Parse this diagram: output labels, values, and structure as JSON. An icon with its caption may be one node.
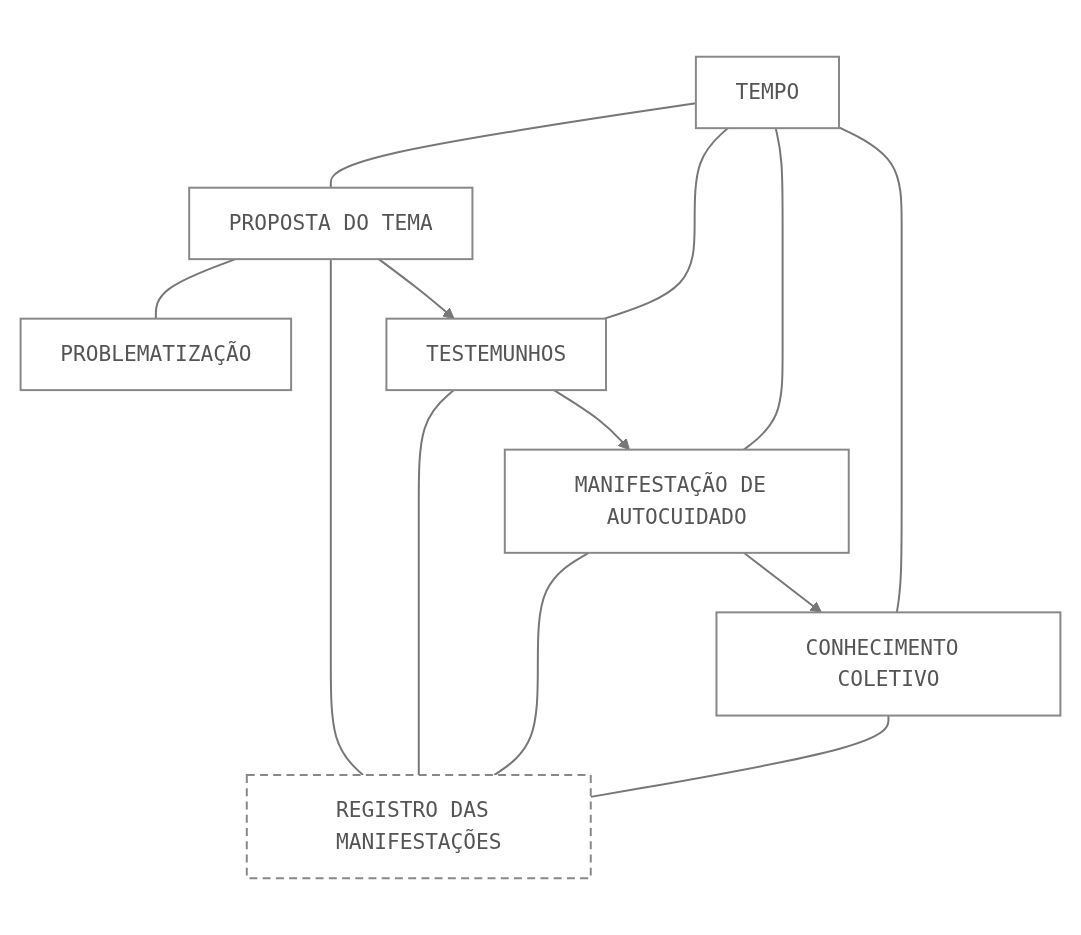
{
  "diagram": {
    "nodes": [
      {
        "text": [
          "TEMPO"
        ]
      },
      {
        "text": [
          "PROPOSTA DO TEMA"
        ]
      },
      {
        "text": [
          "PROBLEMATIZAÇÃO"
        ]
      },
      {
        "text": [
          "TESTEMUNHOS"
        ]
      },
      {
        "text": [
          "MANIFESTAÇÃO DE AUTOCUIDADO"
        ]
      },
      {
        "text": [
          "CONHECIMENTO COLETIVO"
        ]
      },
      {
        "text": [
          "REGISTRO DAS MANIFESTAÇÕES"
        ]
      }
    ],
    "edges": [
      {
        "from": 0,
        "to": 1,
        "arrow": "none"
      },
      {
        "from": 1,
        "to": 6,
        "arrow": "none"
      },
      {
        "from": 1,
        "to": 2,
        "arrow": "none"
      },
      {
        "from": 1,
        "to": 3,
        "arrow": "to"
      },
      {
        "from": 0,
        "to": 3,
        "arrow": "none"
      },
      {
        "from": 3,
        "to": 6,
        "arrow": "none"
      },
      {
        "from": 3,
        "to": 4,
        "arrow": "to"
      },
      {
        "from": 0,
        "to": 4,
        "arrow": "none"
      },
      {
        "from": 4,
        "to": 6,
        "arrow": "none"
      },
      {
        "from": 4,
        "to": 5,
        "arrow": "to"
      },
      {
        "from": 0,
        "to": 5,
        "arrow": "none"
      },
      {
        "from": 5,
        "to": 6,
        "arrow": "none"
      }
    ]
  }
}
